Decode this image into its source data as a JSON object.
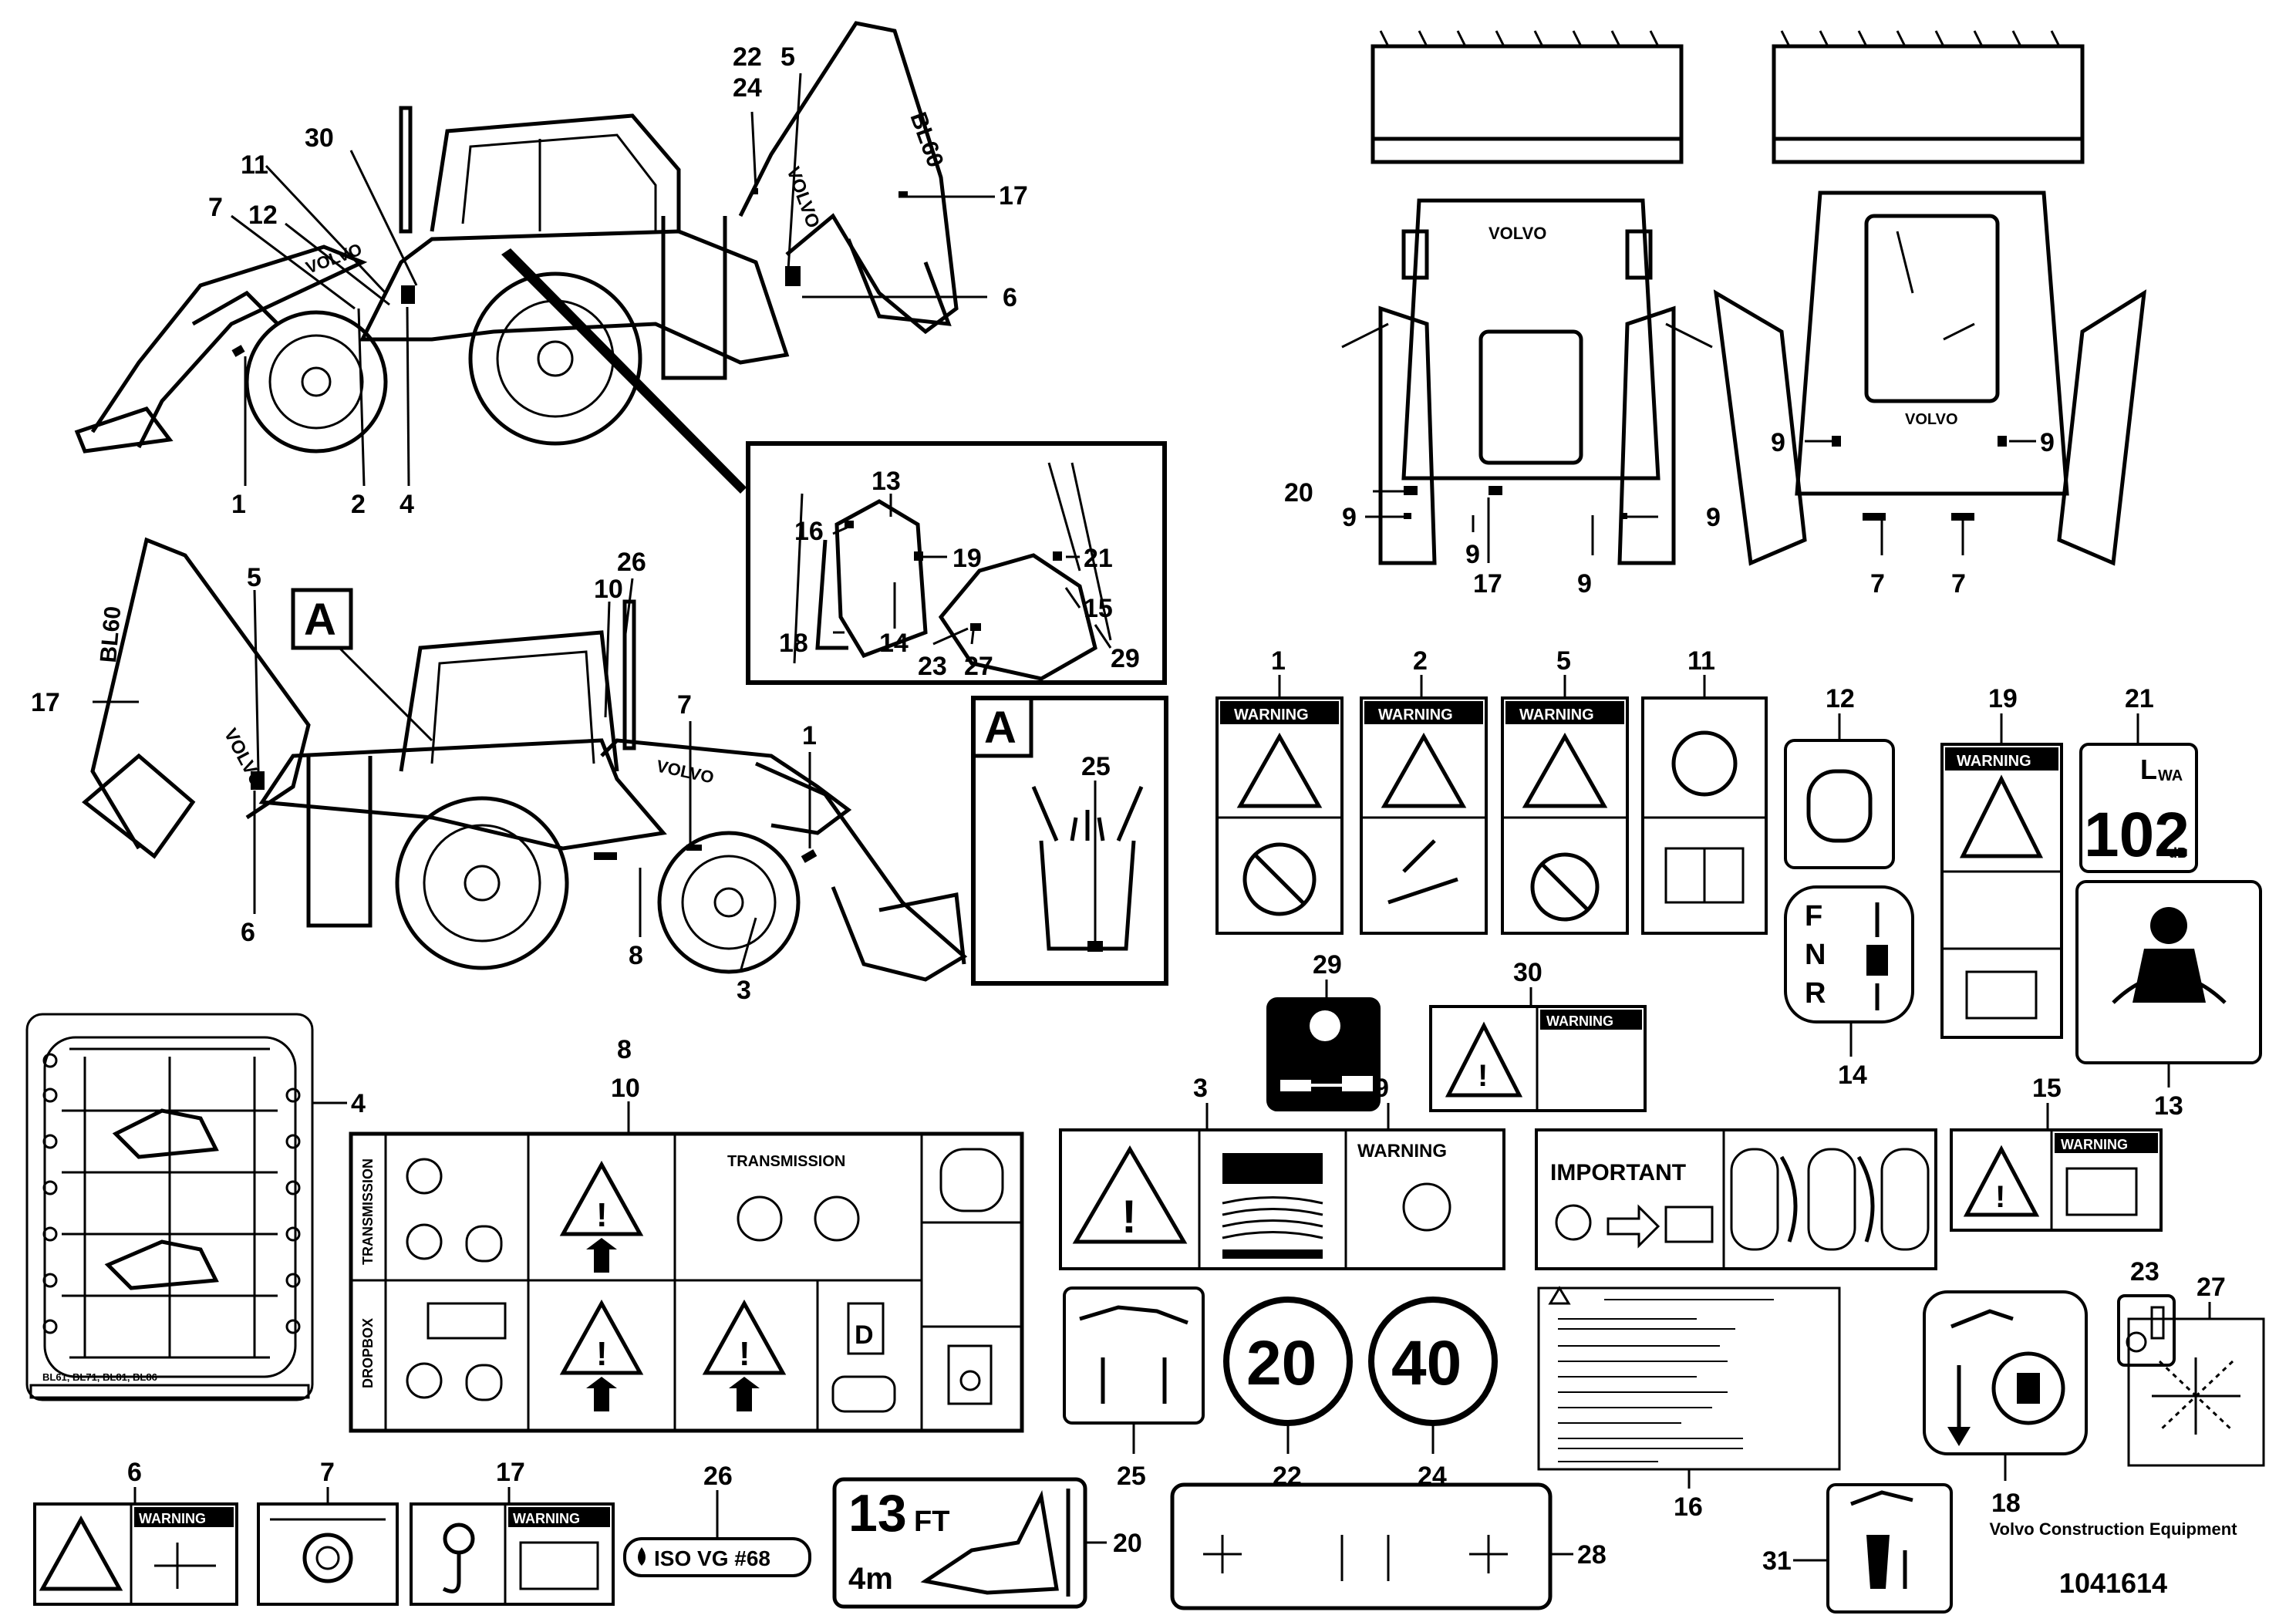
{
  "callouts": {
    "n1": "1",
    "n2": "2",
    "n3": "3",
    "n4": "4",
    "n5": "5",
    "n6": "6",
    "n7": "7",
    "n8": "8",
    "n9": "9",
    "n10": "10",
    "n11": "11",
    "n12": "12",
    "n13": "13",
    "n14": "14",
    "n15": "15",
    "n16": "16",
    "n17": "17",
    "n18": "18",
    "n19": "19",
    "n20": "20",
    "n21": "21",
    "n22": "22",
    "n23": "23",
    "n24": "24",
    "n25": "25",
    "n26": "26",
    "n27": "27",
    "n28": "28",
    "n29": "29",
    "n30": "30",
    "n31": "31"
  },
  "view_letter": "A",
  "machine": {
    "brand": "VOLVO",
    "model": "BL60"
  },
  "decal_text": {
    "warning": "WARNING",
    "important": "IMPORTANT",
    "transmission": "TRANSMISSION",
    "transmission_side": "TRANSMISSION",
    "dropbox": "DROPBOX",
    "lwa": "L",
    "lwa_sub": "WA",
    "db_value": "102",
    "db_unit": "dB",
    "fnr": [
      "F",
      "N",
      "R"
    ],
    "speed_20": "20",
    "speed_40": "40",
    "height_ft": "13",
    "height_ft_unit": "FT",
    "height_m": "4m",
    "iso": "ISO VG #68",
    "diesel": "D",
    "models": "BL61, BL71, BL81, BL86"
  },
  "footer": {
    "company": "Volvo Construction Equipment",
    "drawing_no": "1041614"
  }
}
